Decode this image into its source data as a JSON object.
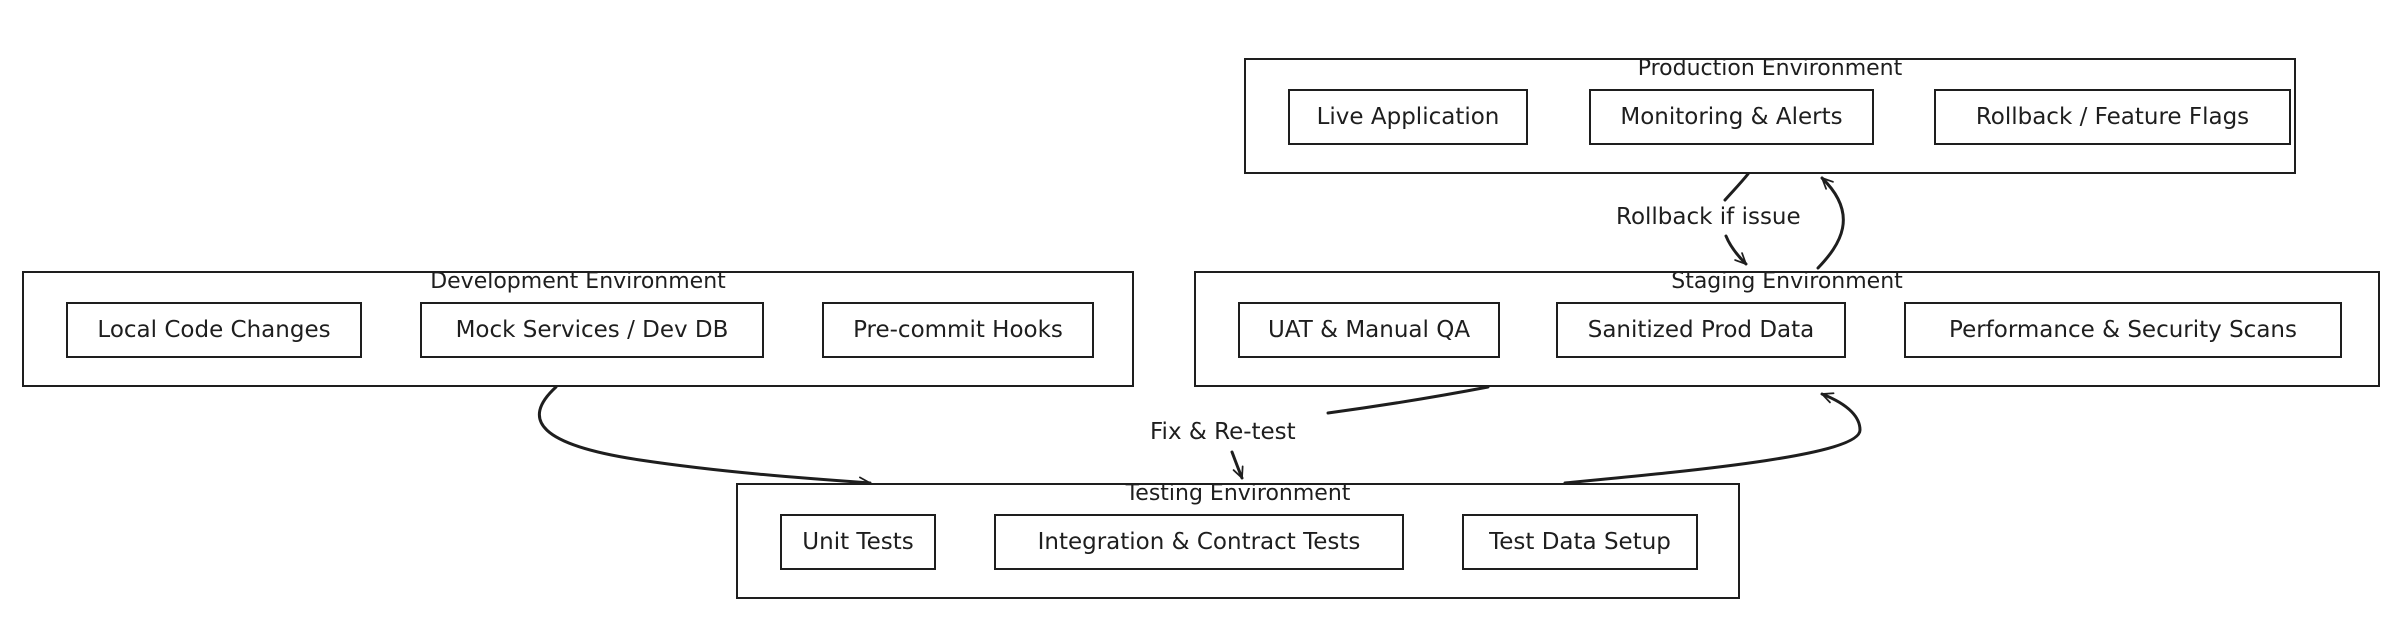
{
  "environments": {
    "production": {
      "title": "Production Environment",
      "nodes": [
        "Live Application",
        "Monitoring & Alerts",
        "Rollback / Feature Flags"
      ]
    },
    "development": {
      "title": "Development Environment",
      "nodes": [
        "Local Code Changes",
        "Mock Services / Dev DB",
        "Pre-commit Hooks"
      ]
    },
    "staging": {
      "title": "Staging Environment",
      "nodes": [
        "UAT & Manual QA",
        "Sanitized Prod Data",
        "Performance & Security Scans"
      ]
    },
    "testing": {
      "title": "Testing Environment",
      "nodes": [
        "Unit Tests",
        "Integration & Contract Tests",
        "Test Data Setup"
      ]
    }
  },
  "edges": {
    "rollback_label": "Rollback if issue",
    "fix_label": "Fix & Re-test"
  },
  "colors": {
    "stroke": "#1e1e1e",
    "background": "#ffffff"
  }
}
